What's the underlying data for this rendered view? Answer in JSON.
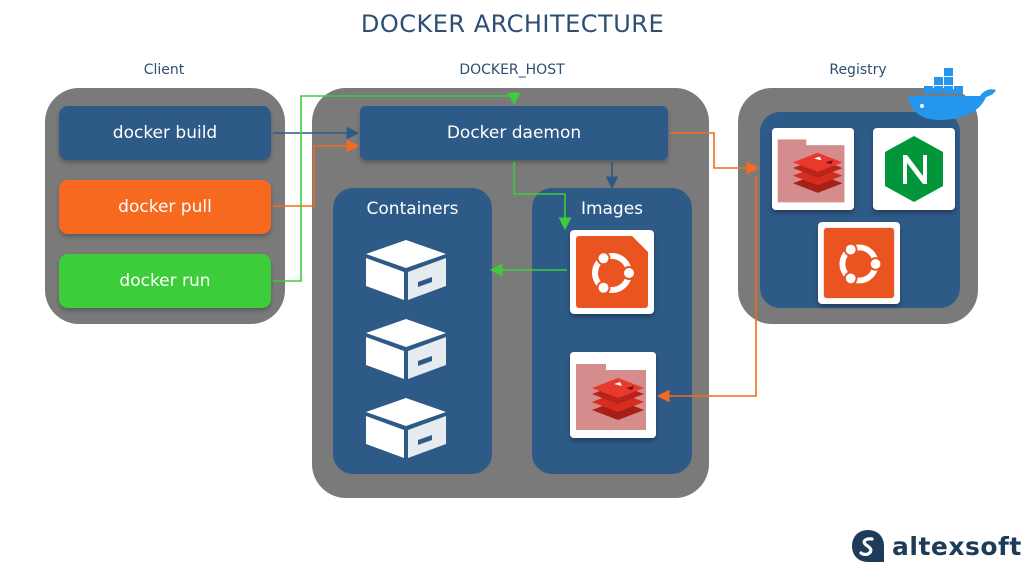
{
  "title": "DOCKER ARCHITECTURE",
  "sections": {
    "client": "Client",
    "host": "DOCKER_HOST",
    "registry": "Registry"
  },
  "client": {
    "commands": [
      "docker build",
      "docker pull",
      "docker run"
    ]
  },
  "host": {
    "daemon": "Docker daemon",
    "containers_title": "Containers",
    "images_title": "Images"
  },
  "registry": {
    "images": [
      "redis-icon",
      "nginx-icon",
      "ubuntu-icon"
    ]
  },
  "icons": {
    "docker_whale": "docker-whale-icon",
    "container": "container-box-icon",
    "ubuntu": "ubuntu-icon",
    "redis": "redis-icon",
    "nginx": "nginx-icon"
  },
  "colors": {
    "navy": "#2e5a88",
    "orange": "#f7691f",
    "green": "#3ecd3a",
    "gray": "#7a7a7a",
    "ubuntu": "#e95420",
    "redis": "#d82c20",
    "nginx": "#009639"
  },
  "brand": "altexsoft"
}
